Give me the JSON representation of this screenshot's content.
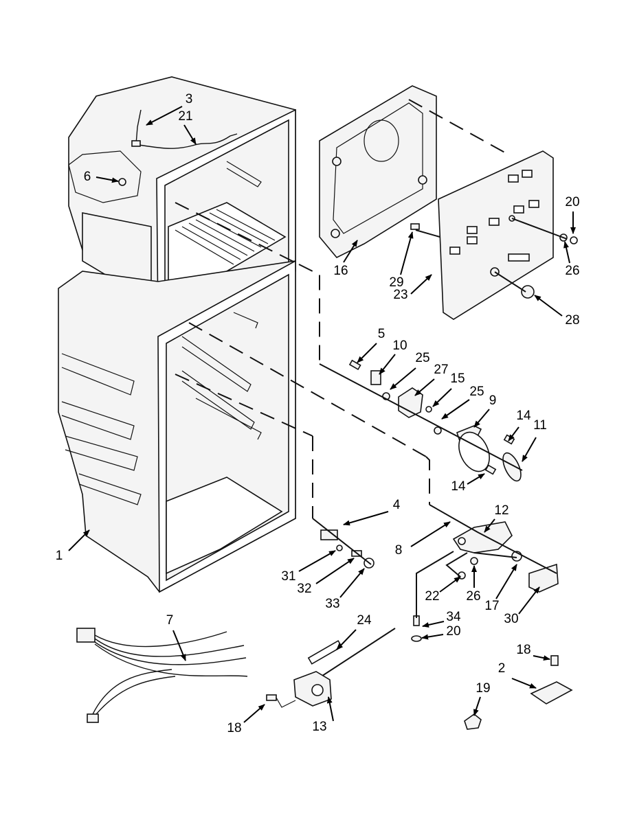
{
  "diagram": {
    "callouts": [
      "3",
      "21",
      "6",
      "16",
      "29",
      "23",
      "20",
      "26",
      "28",
      "5",
      "10",
      "25",
      "27",
      "15",
      "25",
      "9",
      "14",
      "11",
      "14",
      "4",
      "12",
      "8",
      "1",
      "31",
      "32",
      "33",
      "22",
      "26",
      "17",
      "30",
      "34",
      "20",
      "24",
      "7",
      "18",
      "2",
      "19",
      "18",
      "13"
    ]
  }
}
